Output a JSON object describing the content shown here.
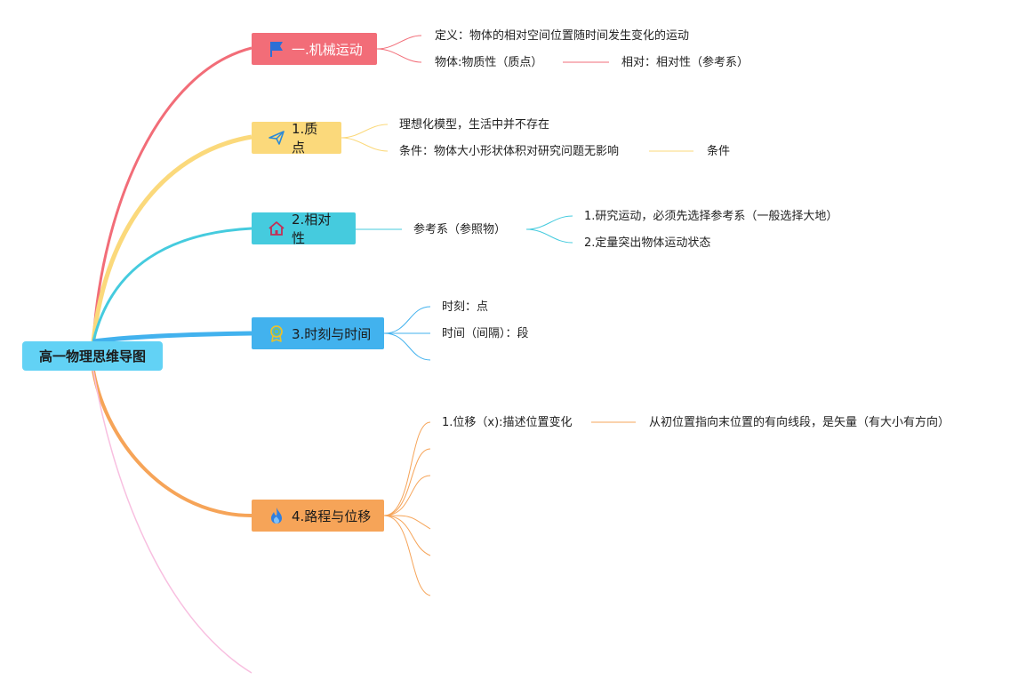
{
  "root": {
    "label": "高一物理思维导图"
  },
  "topics": [
    {
      "label": "一.机械运动",
      "icon": "flag-icon",
      "color": "#f26d78",
      "children": [
        {
          "label": "定义：物体的相对空间位置随时间发生变化的运动"
        },
        {
          "label": "物体:物质性（质点）",
          "next": "相对：相对性（参考系）"
        }
      ]
    },
    {
      "label": "1.质点",
      "icon": "paper-plane-icon",
      "color": "#fbd97b",
      "children": [
        {
          "label": "理想化模型，生活中并不存在"
        },
        {
          "label": "条件：物体大小形状体积对研究问题无影响",
          "next": "条件"
        }
      ]
    },
    {
      "label": "2.相对性",
      "icon": "home-icon",
      "color": "#45cbde",
      "children": [
        {
          "label": "参考系（参照物）",
          "children": [
            {
              "label": "1.研究运动，必须先选择参考系（一般选择大地）"
            },
            {
              "label": "2.定量突出物体运动状态"
            }
          ]
        }
      ]
    },
    {
      "label": "3.时刻与时间",
      "icon": "medal-icon",
      "color": "#42b2ee",
      "children": [
        {
          "label": "时刻：点"
        },
        {
          "label": "时间（间隔）：段"
        },
        {
          "label": ""
        }
      ]
    },
    {
      "label": "4.路程与位移",
      "icon": "flame-icon",
      "color": "#f6a458",
      "children": [
        {
          "label": "1.位移（x):描述位置变化",
          "next": "从初位置指向末位置的有向线段，是矢量（有大小有方向）"
        },
        {
          "label": ""
        },
        {
          "label": ""
        },
        {
          "label": ""
        },
        {
          "label": ""
        },
        {
          "label": ""
        },
        {
          "label": ""
        }
      ]
    },
    {
      "label": "",
      "color": "#f8bfe0"
    }
  ]
}
